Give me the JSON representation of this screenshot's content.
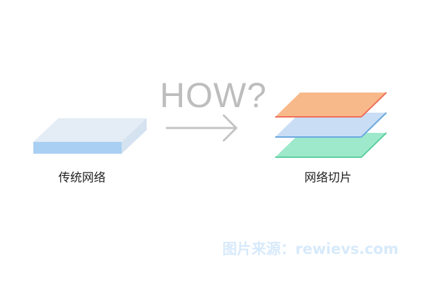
{
  "diagram": {
    "heading": "HOW?",
    "left_label": "传统网络",
    "right_label": "网络切片",
    "watermark": "图片来源：rewievs.com"
  },
  "colors": {
    "heading": "#bdbdbd",
    "arrow": "#c4c4c4",
    "slab_top": "#e4ecf5",
    "slab_front": "#a9cff3",
    "slab_side": "#d5e2ef",
    "layer_orange": "#f8b98a",
    "layer_orange_edge": "#ee6e5a",
    "layer_blue": "#c9ddf5",
    "layer_blue_edge": "#6aa7e0",
    "layer_green": "#9ee9cb",
    "layer_green_edge": "#5ccf9f",
    "watermark": "#d7eafb"
  },
  "icons": {
    "arrow": "right-arrow-icon"
  }
}
